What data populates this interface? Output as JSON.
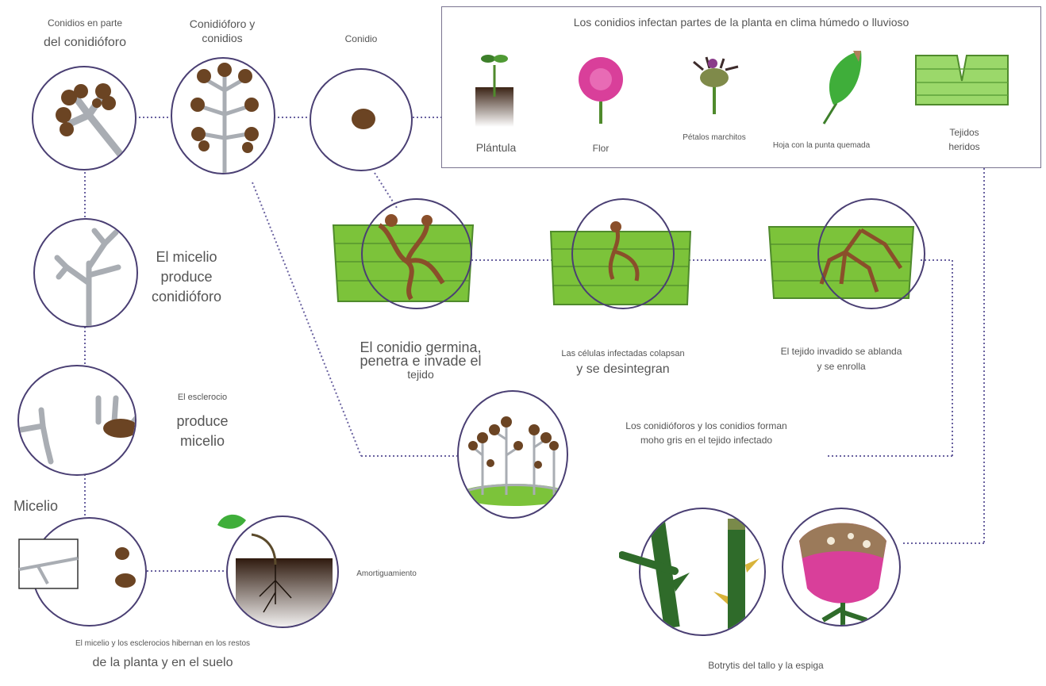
{
  "labels": {
    "conidia_on_conidiophore_1": "Conidios en parte",
    "conidia_on_conidiophore_2": "del conidióforo",
    "conidiophore_conidia_1": "Conidióforo y",
    "conidiophore_conidia_2": "conidios",
    "conidium": "Conidio",
    "panel_title": "Los conidios infectan partes de la planta en clima húmedo o lluvioso",
    "seedling": "Plántula",
    "flower": "Flor",
    "wilted_petals": "Pétalos marchitos",
    "burnt_leaf": "Hoja con la punta quemada",
    "wounded_tissue_1": "Tejidos",
    "wounded_tissue_2": "heridos",
    "mycelium_produces_1": "El micelio",
    "mycelium_produces_2": "produce",
    "mycelium_produces_3": "conidióforo",
    "germinates_1": "El conidio germina,",
    "germinates_2": "penetra e invade el",
    "germinates_3": "tejido",
    "collapse_1": "Las células infectadas colapsan",
    "collapse_2": "y se desintegran",
    "softens_1": "El tejido invadido se ablanda",
    "softens_2": "y se enrolla",
    "sclerotium_1": "El esclerocio",
    "sclerotium_2": "produce",
    "sclerotium_3": "micelio",
    "gray_mold_1": "Los conidióforos y los conidios forman",
    "gray_mold_2": "moho gris en el tejido infectado",
    "mycelium": "Micelio",
    "damping_off": "Amortiguamiento",
    "overwinter_1": "El micelio y los esclerocios hibernan en los restos",
    "overwinter_2": "de la planta y en el suelo",
    "botrytis": "Botrytis del tallo y la espiga"
  },
  "colors": {
    "circle_border": "#4a3f73",
    "dotted_line": "#6a62a0",
    "fungus_brown": "#6b4423",
    "hyphae_gray": "#a9adb3",
    "tissue_green": "#7cc33a",
    "flower_pink": "#d93f9a"
  },
  "icons": [
    "seedling-icon",
    "flower-icon",
    "wilted-petals-icon",
    "leaf-icon",
    "wounded-tissue-icon",
    "rose-stem-icon",
    "rose-bud-icon"
  ]
}
